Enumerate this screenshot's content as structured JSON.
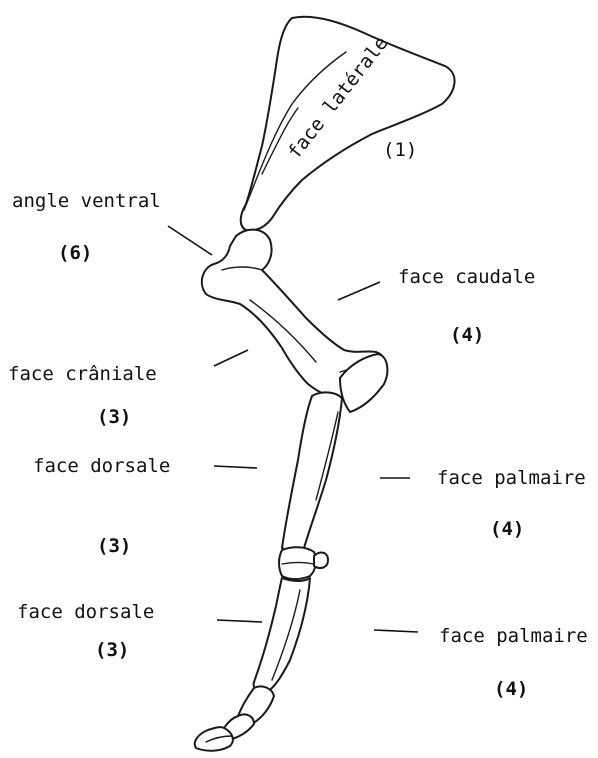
{
  "labels": {
    "face_laterale": "face latérale",
    "num_1": "(1)",
    "angle_ventral": "angle ventral",
    "num_6": "(6)",
    "face_caudale": "face caudale",
    "num_4_caudale": "(4)",
    "face_craniale": "face crâniale",
    "num_3_craniale": "(3)",
    "face_dorsale_1": "face dorsale",
    "num_3_dorsale_1": "(3)",
    "face_palmaire_1": "face palmaire",
    "num_4_palmaire_1": "(4)",
    "face_dorsale_2": "face dorsale",
    "num_3_dorsale_2": "(3)",
    "face_palmaire_2": "face palmaire",
    "num_4_palmaire_2": "(4)"
  }
}
